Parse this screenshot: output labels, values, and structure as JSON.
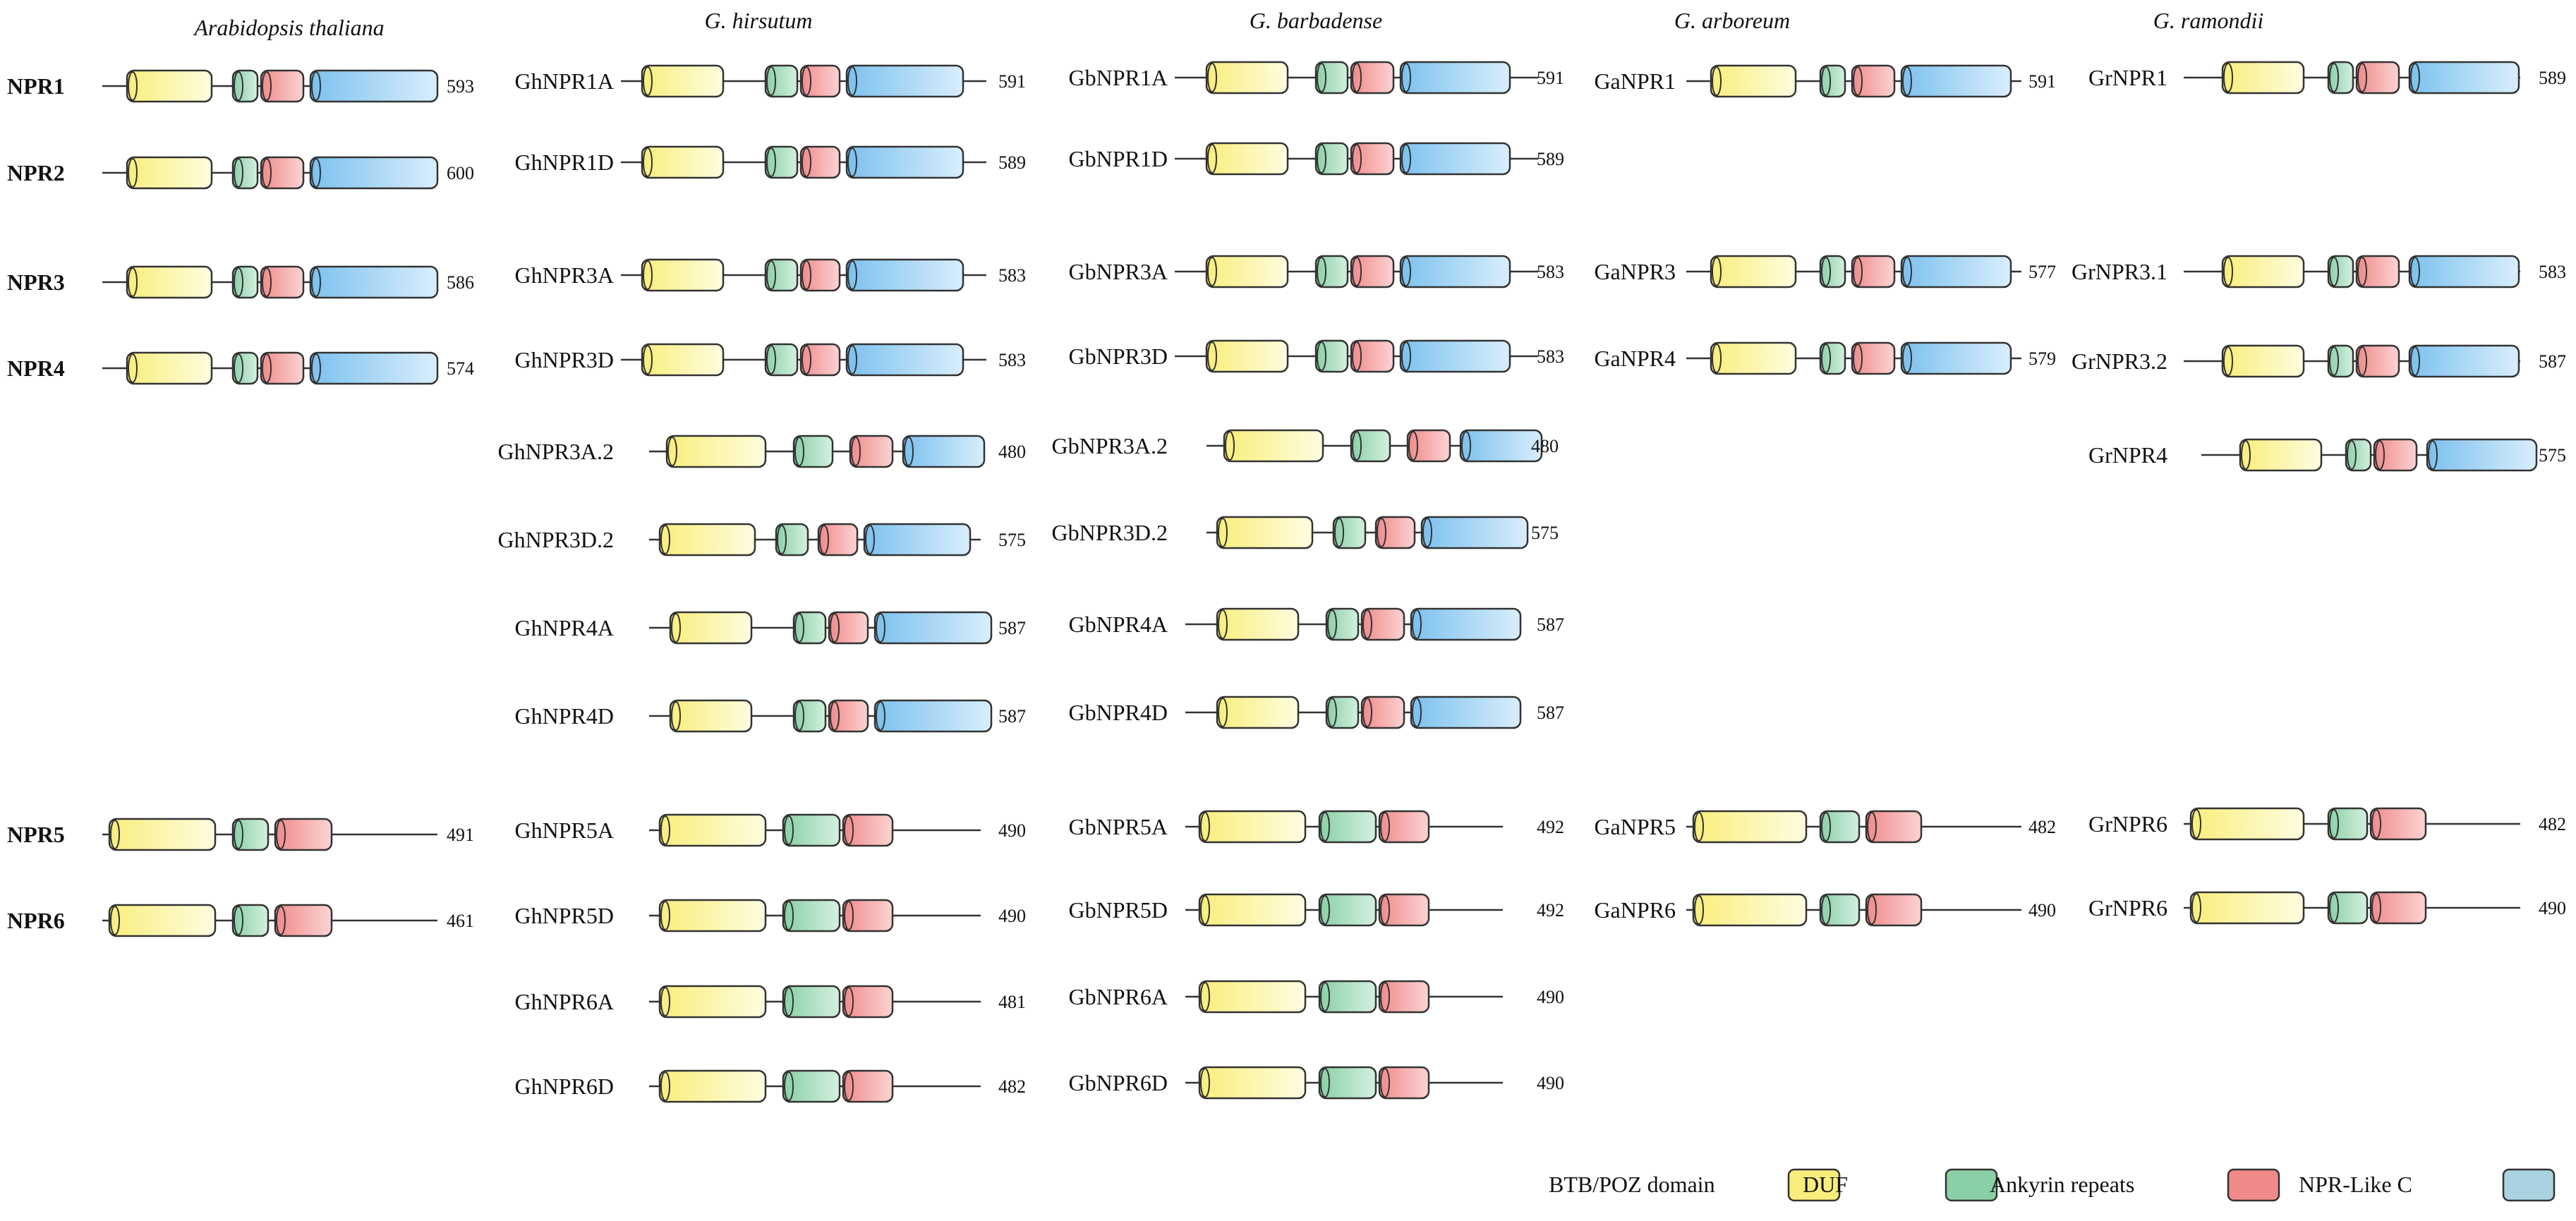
{
  "species_headers": [
    "Arabidopsis thaliana",
    "G. hirsutum",
    "G. barbadense",
    "G. arboreum",
    "G. ramondii"
  ],
  "domains": [
    {
      "name": "BTB/POZ domain",
      "color_light": "#fefde0",
      "color_dark": "#f9ee7c"
    },
    {
      "name": "DUF",
      "color_light": "#d4f0df",
      "color_dark": "#8ad0a6"
    },
    {
      "name": "Ankyrin repeats",
      "color_light": "#fcd3d3",
      "color_dark": "#f08a8a"
    },
    {
      "name": "NPR-Like C",
      "color_light": "#d9eefc",
      "color_dark": "#7cc1ee"
    }
  ],
  "legend": {
    "labels": [
      "BTB/POZ domain",
      "DUF",
      "Ankyrin repeats",
      "NPR-Like C"
    ],
    "box_color": "#a9d3e0"
  },
  "genes": [
    {
      "species": "Arabidopsis thaliana",
      "name": "NPR1",
      "length": "593",
      "bold": true
    },
    {
      "species": "Arabidopsis thaliana",
      "name": "NPR2",
      "length": "600",
      "bold": true
    },
    {
      "species": "Arabidopsis thaliana",
      "name": "NPR3",
      "length": "586",
      "bold": true
    },
    {
      "species": "Arabidopsis thaliana",
      "name": "NPR4",
      "length": "574",
      "bold": true
    },
    {
      "species": "Arabidopsis thaliana",
      "name": "NPR5",
      "length": "491",
      "bold": true
    },
    {
      "species": "Arabidopsis thaliana",
      "name": "NPR6",
      "length": "461",
      "bold": true
    },
    {
      "species": "G. hirsutum",
      "name": "GhNPR1A",
      "length": "591"
    },
    {
      "species": "G. hirsutum",
      "name": "GhNPR1D",
      "length": "589"
    },
    {
      "species": "G. hirsutum",
      "name": "GhNPR3A",
      "length": "583"
    },
    {
      "species": "G. hirsutum",
      "name": "GhNPR3D",
      "length": "583"
    },
    {
      "species": "G. hirsutum",
      "name": "GhNPR3A.2",
      "length": "480"
    },
    {
      "species": "G. hirsutum",
      "name": "GhNPR3D.2",
      "length": "575"
    },
    {
      "species": "G. hirsutum",
      "name": "GhNPR4A",
      "length": "587"
    },
    {
      "species": "G. hirsutum",
      "name": "GhNPR4D",
      "length": "587"
    },
    {
      "species": "G. hirsutum",
      "name": "GhNPR5A",
      "length": "490"
    },
    {
      "species": "G. hirsutum",
      "name": "GhNPR5D",
      "length": "490"
    },
    {
      "species": "G. hirsutum",
      "name": "GhNPR6A",
      "length": "481"
    },
    {
      "species": "G. hirsutum",
      "name": "GhNPR6D",
      "length": "482"
    },
    {
      "species": "G. barbadense",
      "name": "GbNPR1A",
      "length": "591"
    },
    {
      "species": "G. barbadense",
      "name": "GbNPR1D",
      "length": "589"
    },
    {
      "species": "G. barbadense",
      "name": "GbNPR3A",
      "length": "583"
    },
    {
      "species": "G. barbadense",
      "name": "GbNPR3D",
      "length": "583"
    },
    {
      "species": "G. barbadense",
      "name": "GbNPR3A.2",
      "length": "480"
    },
    {
      "species": "G. barbadense",
      "name": "GbNPR3D.2",
      "length": "575"
    },
    {
      "species": "G. barbadense",
      "name": "GbNPR4A",
      "length": "587"
    },
    {
      "species": "G. barbadense",
      "name": "GbNPR4D",
      "length": "587"
    },
    {
      "species": "G. barbadense",
      "name": "GbNPR5A",
      "length": "492"
    },
    {
      "species": "G. barbadense",
      "name": "GbNPR5D",
      "length": "492"
    },
    {
      "species": "G. barbadense",
      "name": "GbNPR6A",
      "length": "490"
    },
    {
      "species": "G. barbadense",
      "name": "GbNPR6D",
      "length": "490"
    },
    {
      "species": "G. arboreum",
      "name": "GaNPR1",
      "length": "591"
    },
    {
      "species": "G. arboreum",
      "name": "GaNPR3",
      "length": "577"
    },
    {
      "species": "G. arboreum",
      "name": "GaNPR4",
      "length": "579"
    },
    {
      "species": "G. arboreum",
      "name": "GaNPR5",
      "length": "482"
    },
    {
      "species": "G. arboreum",
      "name": "GaNPR6",
      "length": "490"
    },
    {
      "species": "G. ramondii",
      "name": "GrNPR1",
      "length": "589"
    },
    {
      "species": "G. ramondii",
      "name": "GrNPR3.1",
      "length": "583"
    },
    {
      "species": "G. ramondii",
      "name": "GrNPR3.2",
      "length": "587"
    },
    {
      "species": "G. ramondii",
      "name": "GrNPR4",
      "length": "575"
    },
    {
      "species": "G. ramondii",
      "name": "GrNPR6",
      "length": "482"
    },
    {
      "species": "G. ramondii",
      "name": "GrNPR6",
      "length": "490"
    }
  ]
}
